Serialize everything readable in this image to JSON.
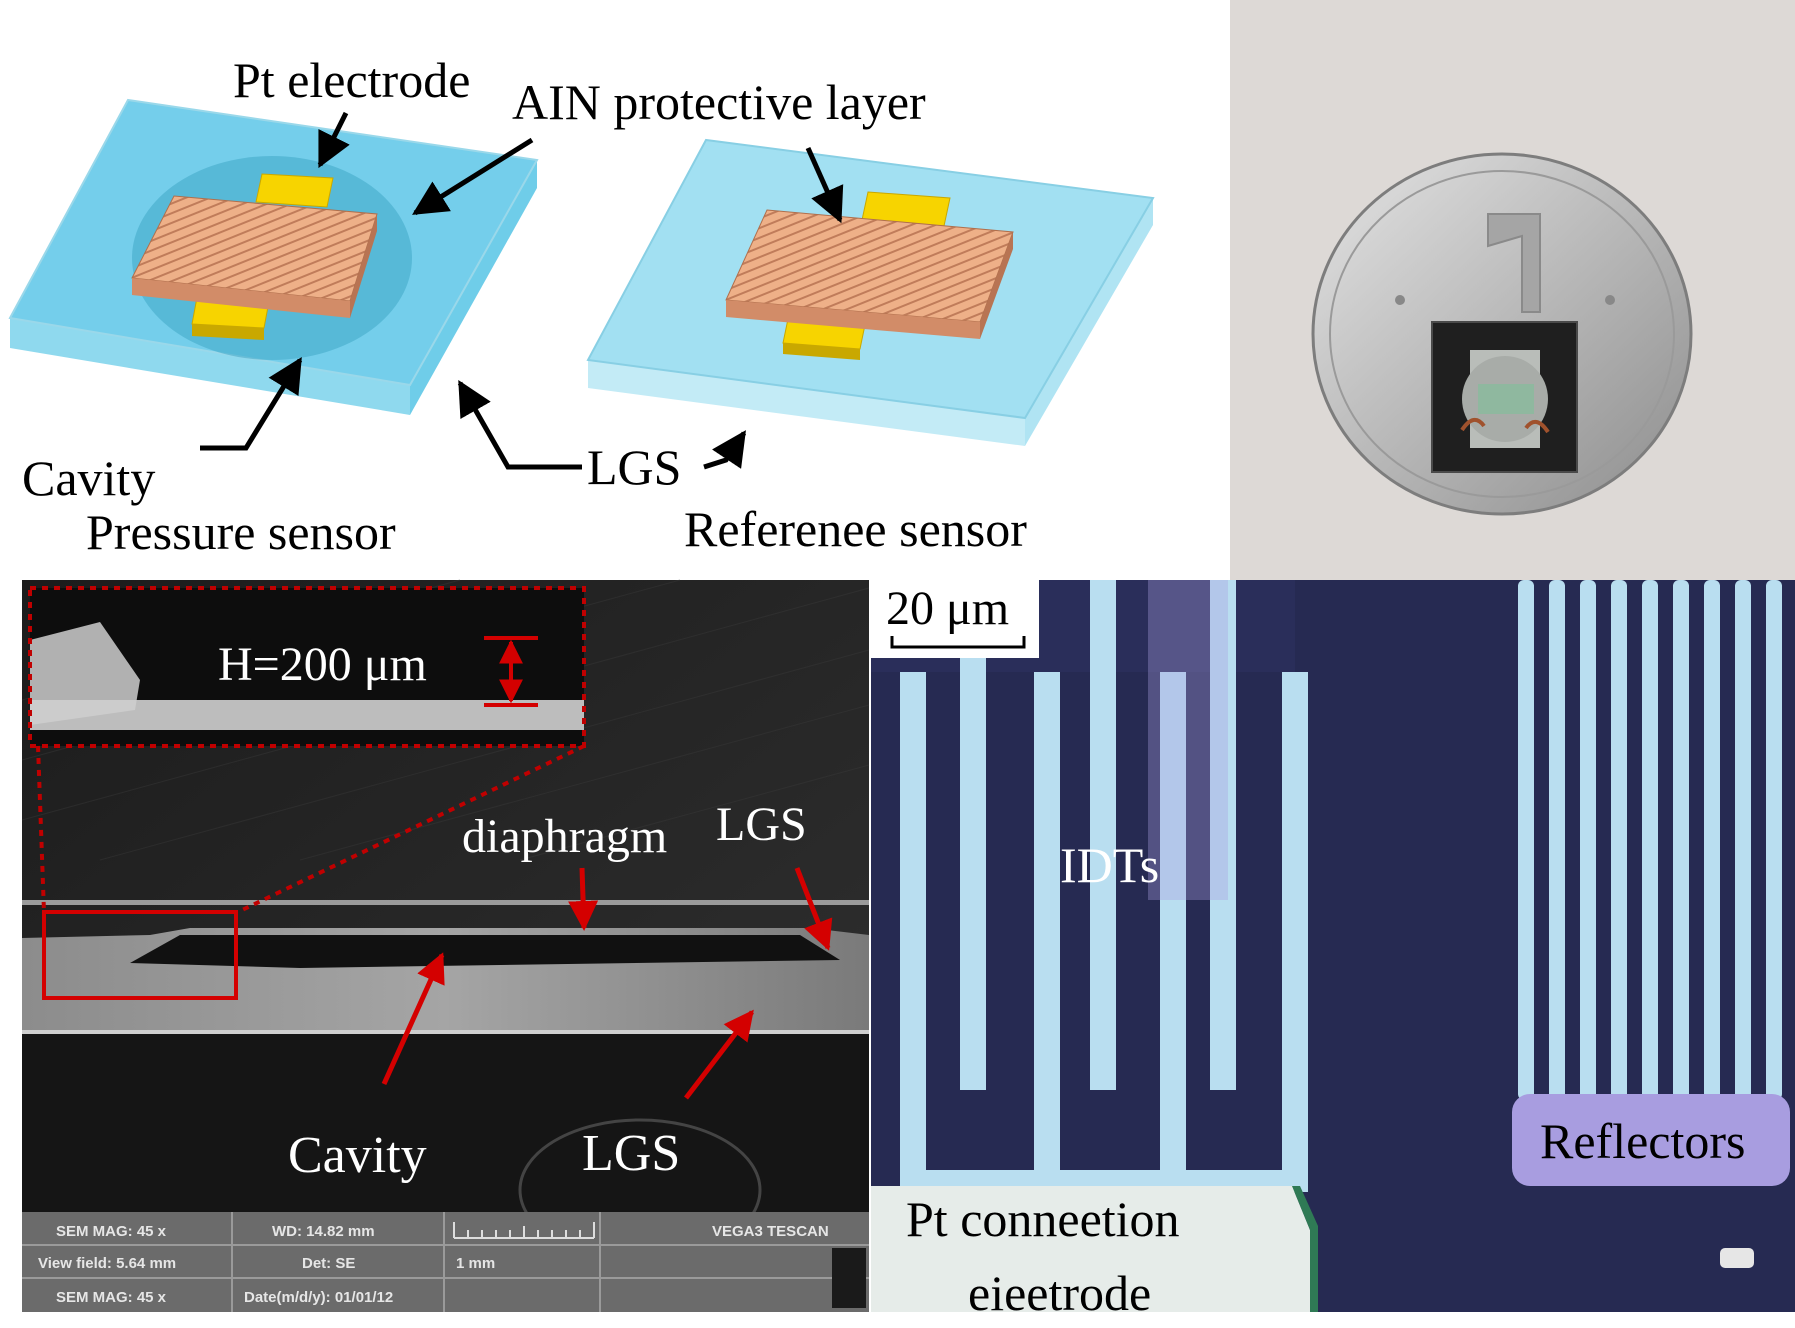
{
  "panel_a": {
    "labels": {
      "pt_electrode": "Pt electrode",
      "aln_layer": "AIN protective layer",
      "cavity": "Cavity",
      "lgs": "LGS",
      "pressure_sensor": "Pressure sensor",
      "reference_sensor": "Referenee sensor"
    }
  },
  "panel_c": {
    "inset_label": "H=200 μm",
    "labels": {
      "diaphragm": "diaphragm",
      "lgs_top": "LGS",
      "cavity": "Cavity",
      "lgs_bottom": "LGS"
    },
    "footer": {
      "sem_mag_1": "SEM MAG: 45 x",
      "wd": "WD: 14.82 mm",
      "vendor": "VEGA3 TESCAN",
      "view_field": "View field: 5.64 mm",
      "det": "Det: SE",
      "scale": "1 mm",
      "sem_mag_2": "SEM MAG: 45 x",
      "date": "Date(m/d/y): 01/01/12"
    }
  },
  "panel_d": {
    "scale_label": "20 μm",
    "labels": {
      "idts": "IDTs",
      "reflectors": "Reflectors",
      "pt_connection_1": "Pt conneetion",
      "pt_connection_2": "eieetrode"
    }
  },
  "colors": {
    "substrate": "#7fd6ef",
    "idt": "#e9a87c",
    "pad": "#f5d000",
    "arrow_red": "#d40000",
    "micro_bg": "#262a52",
    "micro_finger": "#b9def0"
  }
}
